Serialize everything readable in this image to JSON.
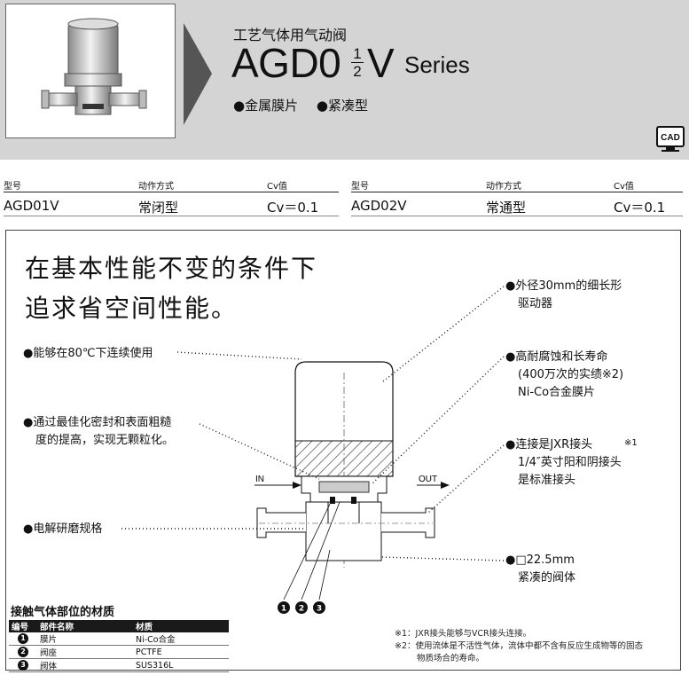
{
  "header": {
    "subtitle": "工艺气体用气动阀",
    "model_prefix": "AGD0",
    "model_frac_top": "1",
    "model_frac_bottom": "2",
    "model_suffix": "V",
    "series": "Series",
    "features": [
      "●金属膜片",
      "●紧凑型"
    ],
    "cad_label": "CAD"
  },
  "specs": {
    "headers": [
      "型号",
      "动作方式",
      "Cv值"
    ],
    "rows": [
      {
        "model": "AGD01V",
        "action": "常闭型",
        "cv": "Cv＝0.1"
      },
      {
        "model": "AGD02V",
        "action": "常通型",
        "cv": "Cv＝0.1"
      }
    ]
  },
  "main": {
    "headline_line1": "在基本性能不变的条件下",
    "headline_line2": "追求省空间性能。",
    "left_callouts": {
      "temp": "●能够在80℃下连续使用",
      "seal_l1": "●通过最佳化密封和表面粗糙",
      "seal_l2": "度的提高，实现无颗粒化。",
      "polish": "●电解研磨规格"
    },
    "right_callouts": {
      "actuator_l1": "●外径30mm的细长形",
      "actuator_l2": "驱动器",
      "life_l1": "●高耐腐蚀和长寿命",
      "life_l2": "(400万次的实绩※2)",
      "life_l3": "Ni-Co合金膜片",
      "conn_l1": "●连接是JXR接头",
      "conn_mark": "※1",
      "conn_l2": "1/4″英寸阳和阴接头",
      "conn_l3": "是标准接头",
      "body_l1": "●□22.5mm",
      "body_l2": "紧凑的阀体"
    },
    "diagram": {
      "in_label": "IN",
      "out_label": "OUT",
      "markers": [
        "1",
        "2",
        "3"
      ]
    },
    "notes": {
      "note1": "※1：JXR接头能够与VCR接头连接。",
      "note2_l1": "※2：使用流体是不活性气体，流体中都不含有反应生成物等的固态",
      "note2_l2": "物质场合的寿命。"
    }
  },
  "materials": {
    "title": "接触气体部位的材质",
    "headers": [
      "编号",
      "部件名称",
      "材质"
    ],
    "rows": [
      {
        "num": "1",
        "part": "膜片",
        "material": "Ni-Co合金"
      },
      {
        "num": "2",
        "part": "阀座",
        "material": "PCTFE"
      },
      {
        "num": "3",
        "part": "阀体",
        "material": "SUS316L"
      }
    ]
  },
  "colors": {
    "header_bg": "#d4d4d4",
    "hatch": "#666666",
    "text": "#111111"
  }
}
